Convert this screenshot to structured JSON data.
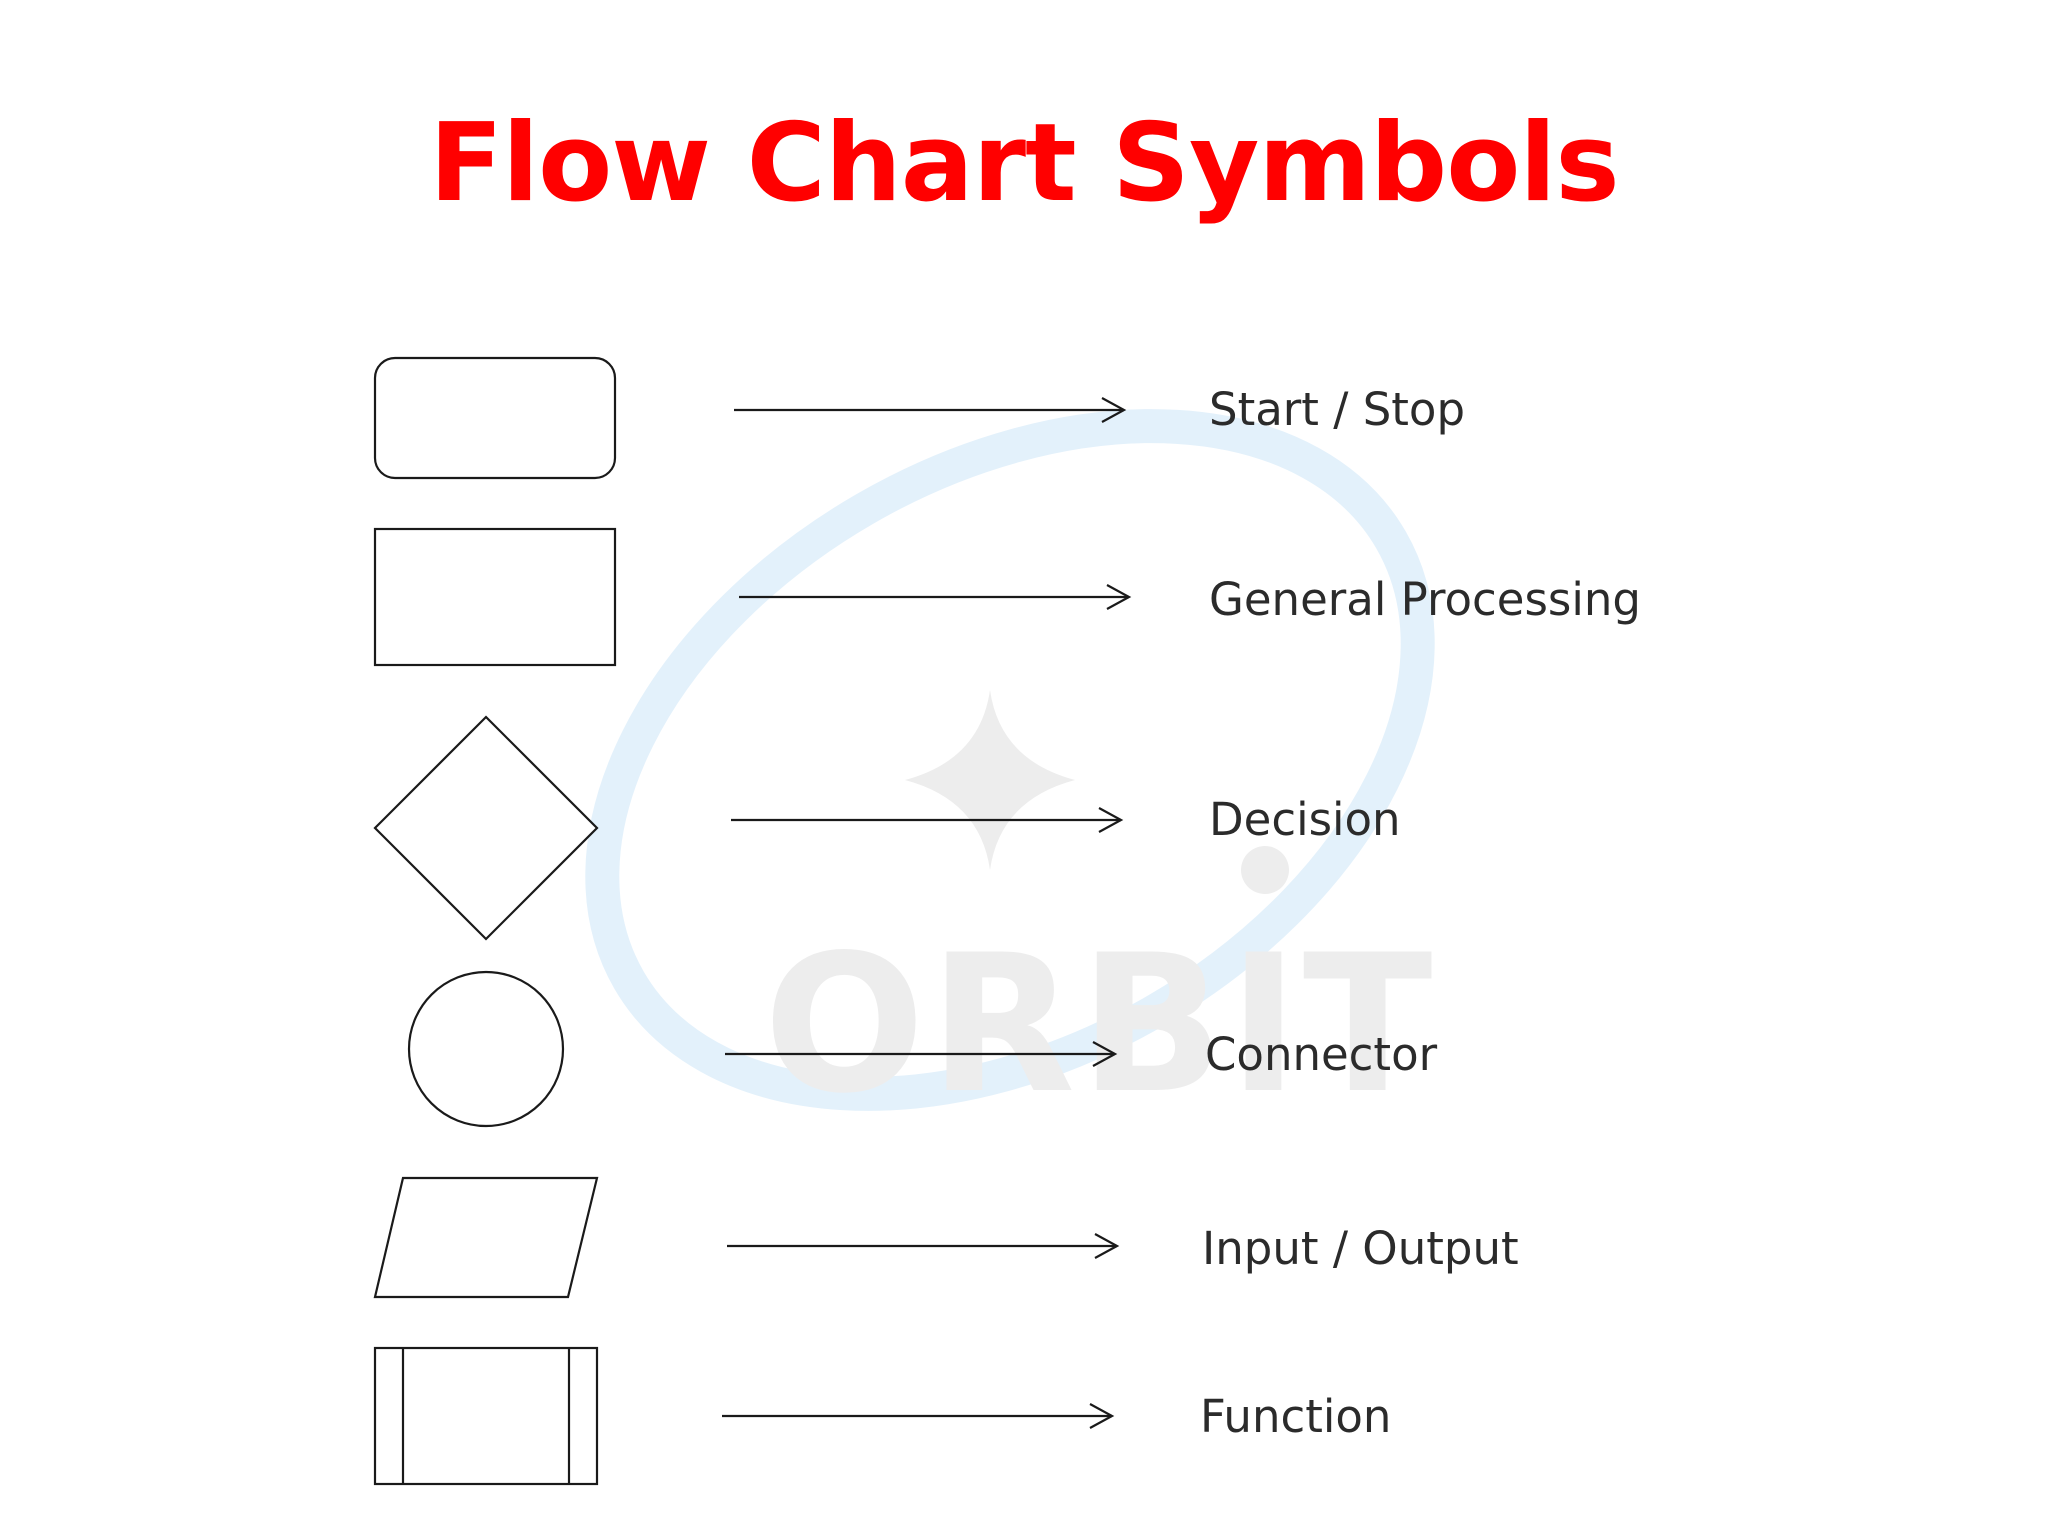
{
  "title": "Flow Chart Symbols",
  "colors": {
    "title": "#ff0000",
    "stroke": "#1a1a1a",
    "label": "#2b2b2b",
    "watermark_ring": "#e3f1fb",
    "watermark_text": "#ededed"
  },
  "watermark": {
    "logo_text": "ORBIT"
  },
  "symbols": [
    {
      "shape": "rounded-rectangle",
      "label": "Start / Stop"
    },
    {
      "shape": "rectangle",
      "label": "General Processing"
    },
    {
      "shape": "diamond",
      "label": "Decision"
    },
    {
      "shape": "circle",
      "label": "Connector"
    },
    {
      "shape": "parallelogram",
      "label": "Input / Output"
    },
    {
      "shape": "predefined-process",
      "label": "Function"
    }
  ]
}
